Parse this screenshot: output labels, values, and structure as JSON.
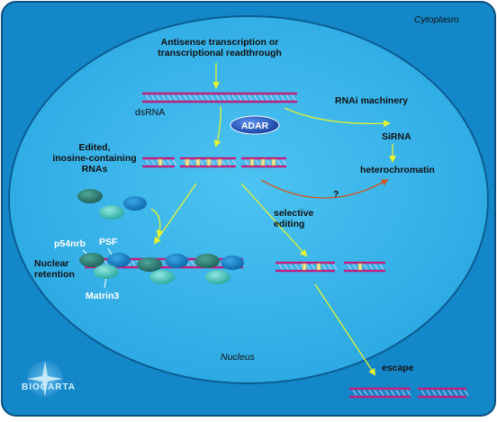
{
  "labels": {
    "cytoplasm": "Cytoplasm",
    "nucleus": "Nucleus",
    "antisense_line1": "Antisense transcription or",
    "antisense_line2": "transcriptional readthrough",
    "dsrna": "dsRNA",
    "adar": "ADAR",
    "rnai": "RNAi machinery",
    "sirna": "SiRNA",
    "heterochromatin": "heterochromatin",
    "edited_line1": "Edited,",
    "edited_line2": "inosine-containing",
    "edited_line3": "RNAs",
    "question": "?",
    "selective_line1": "selective",
    "selective_line2": "editing",
    "p54nrb": "p54nrb",
    "psf": "PSF",
    "nuclear_line1": "Nuclear",
    "nuclear_line2": "retention",
    "matrin3": "Matrin3",
    "escape": "escape",
    "logo": "BIOCARTA"
  },
  "colors": {
    "cytoplasm": "#1487c9",
    "nucleus": "#3ab4ea",
    "nucleus_edge": "#0b5d92",
    "rna_strand": "#c0207e",
    "arrow": "#e4f230",
    "question_arrow": "#c95a28",
    "adar": "#1a56c4",
    "inosine": "#f1e79a"
  }
}
